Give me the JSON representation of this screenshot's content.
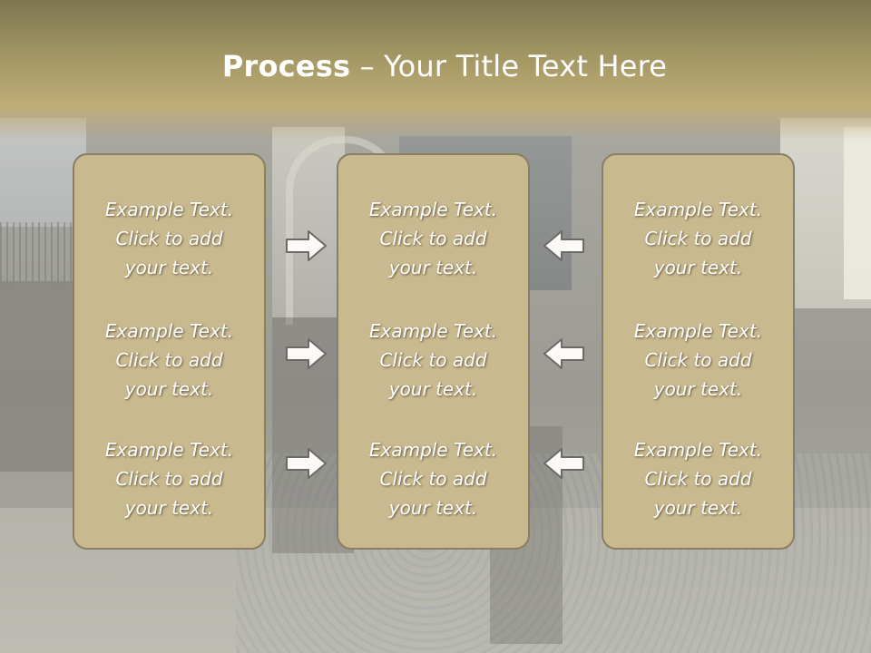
{
  "slide": {
    "title_bold": "Process",
    "title_rest": " – Your Title Text Here"
  },
  "columns": [
    {
      "items": [
        "Example Text.\nClick  to add\nyour text.",
        "Example Text.\nClick  to add\nyour text.",
        "Example Text.\nClick  to add\nyour text."
      ]
    },
    {
      "items": [
        "Example Text.\nClick  to add\nyour text.",
        "Example Text.\nClick  to add\nyour text.",
        "Example Text.\nClick  to add\nyour text."
      ]
    },
    {
      "items": [
        "Example Text.\nClick  to add\nyour text.",
        "Example Text.\nClick  to add\nyour text.",
        "Example Text.\nClick  to add\nyour text."
      ]
    }
  ],
  "arrows": {
    "left_group_icon": "arrow-right-icon",
    "right_group_icon": "arrow-left-icon"
  },
  "colors": {
    "panel_fill": "#c9b98e",
    "panel_border": "#8a7f62",
    "title_band": "#a79a66",
    "text": "#ffffff"
  }
}
